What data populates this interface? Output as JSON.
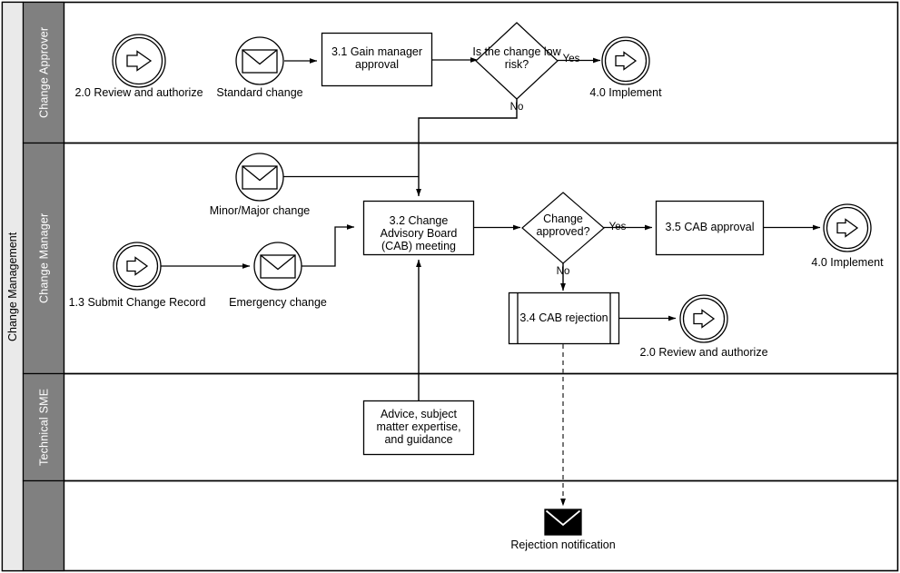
{
  "diagram": {
    "type": "bpmn-swimlane-flowchart",
    "pool": {
      "label": "Change Management"
    },
    "lanes": [
      {
        "id": "lane-change-approver",
        "label": "Change Approver"
      },
      {
        "id": "lane-change-manager",
        "label": "Change Manager"
      },
      {
        "id": "lane-technical-sme",
        "label": "Technical SME"
      },
      {
        "id": "lane-unlabeled",
        "label": ""
      }
    ],
    "nodes": {
      "review_authorize_top": {
        "label": "2.0 Review and authorize",
        "shape": "link-event",
        "icon": "arrow-right-icon",
        "lane": "lane-change-approver"
      },
      "standard_change": {
        "label": "Standard change",
        "shape": "message-event",
        "icon": "envelope-icon",
        "lane": "lane-change-approver"
      },
      "gain_manager_approval": {
        "label": "3.1 Gain manager approval",
        "shape": "task",
        "lane": "lane-change-approver"
      },
      "low_risk_gateway": {
        "label": "Is the change low risk?",
        "shape": "decision",
        "lane": "lane-change-approver"
      },
      "implement_top": {
        "label": "4.0 Implement",
        "shape": "link-event",
        "icon": "arrow-right-icon",
        "lane": "lane-change-approver"
      },
      "minor_major_change": {
        "label": "Minor/Major change",
        "shape": "message-event",
        "icon": "envelope-icon",
        "lane": "lane-change-manager"
      },
      "submit_change_record": {
        "label": "1.3 Submit Change Record",
        "shape": "link-event",
        "icon": "arrow-right-icon",
        "lane": "lane-change-manager"
      },
      "emergency_change": {
        "label": "Emergency change",
        "shape": "message-event",
        "icon": "envelope-icon",
        "lane": "lane-change-manager"
      },
      "cab_meeting": {
        "label": "3.2 Change Advisory Board (CAB) meeting",
        "shape": "task",
        "lane": "lane-change-manager"
      },
      "change_approved_gateway": {
        "label": "Change approved?",
        "shape": "decision",
        "lane": "lane-change-manager"
      },
      "cab_approval": {
        "label": "3.5 CAB approval",
        "shape": "task",
        "lane": "lane-change-manager"
      },
      "implement_mid": {
        "label": "4.0 Implement",
        "shape": "link-event",
        "icon": "arrow-right-icon",
        "lane": "lane-change-manager"
      },
      "cab_rejection": {
        "label": "3.4 CAB rejection",
        "shape": "predefined-process",
        "lane": "lane-change-manager"
      },
      "review_authorize_mid": {
        "label": "2.0 Review and authorize",
        "shape": "link-event",
        "icon": "arrow-right-icon",
        "lane": "lane-change-manager"
      },
      "advice_box": {
        "label": "Advice, subject matter expertise, and guidance",
        "shape": "task",
        "lane": "lane-technical-sme"
      },
      "rejection_notification": {
        "label": "Rejection notification",
        "shape": "message-end-event",
        "icon": "envelope-filled-icon",
        "lane": "lane-unlabeled"
      }
    },
    "edge_labels": {
      "low_risk_yes": "Yes",
      "low_risk_no": "No",
      "approved_yes": "Yes",
      "approved_no": "No"
    },
    "colors": {
      "pool_header_bg": "#eaeaea",
      "lane_header_bg": "#808080",
      "lane_header_text": "#ffffff",
      "stroke": "#000000",
      "canvas_bg": "#ffffff",
      "dashed_stroke": "#555555"
    }
  }
}
